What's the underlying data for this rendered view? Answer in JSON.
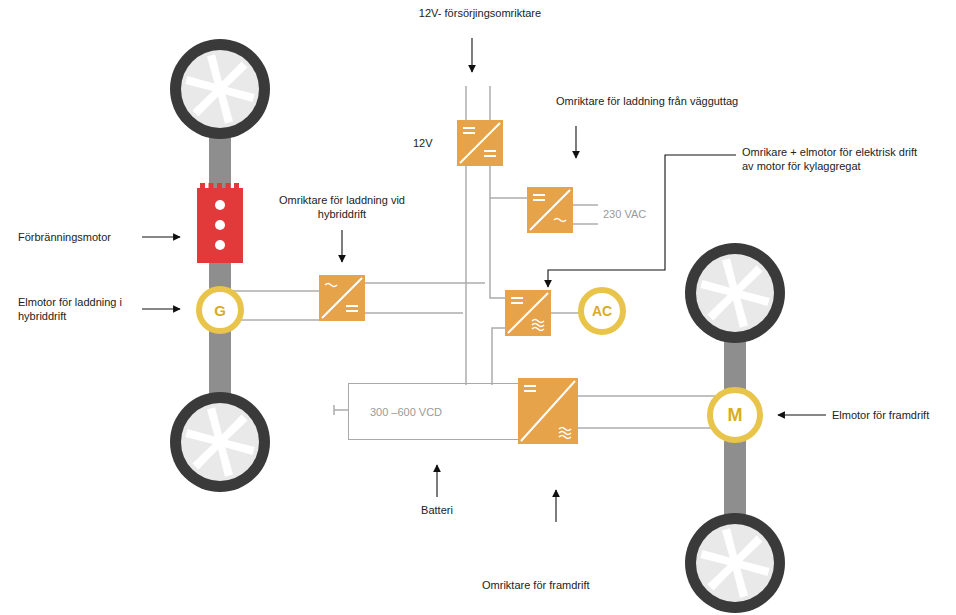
{
  "diagram": {
    "nodes": [
      {
        "text": [
          "G"
        ]
      },
      {
        "text": [
          "AC"
        ]
      },
      {
        "text": [
          "300 –600 VCD"
        ]
      },
      {
        "text": [
          "M"
        ]
      }
    ],
    "labels": [
      "12V- försörjingsomriktare",
      "Omriktare för laddning från vägguttag",
      "12V",
      "Omrikare + elmotor för elektrisk drift av motor för kylaggregat",
      "230 VAC",
      "Omriktare för laddning vid hybriddrift",
      "Förbränningsmotor",
      "Elmotor för laddning i hybriddrift",
      "Elmotor för framdrift",
      "Batteri",
      "Omriktare för framdrift"
    ]
  }
}
